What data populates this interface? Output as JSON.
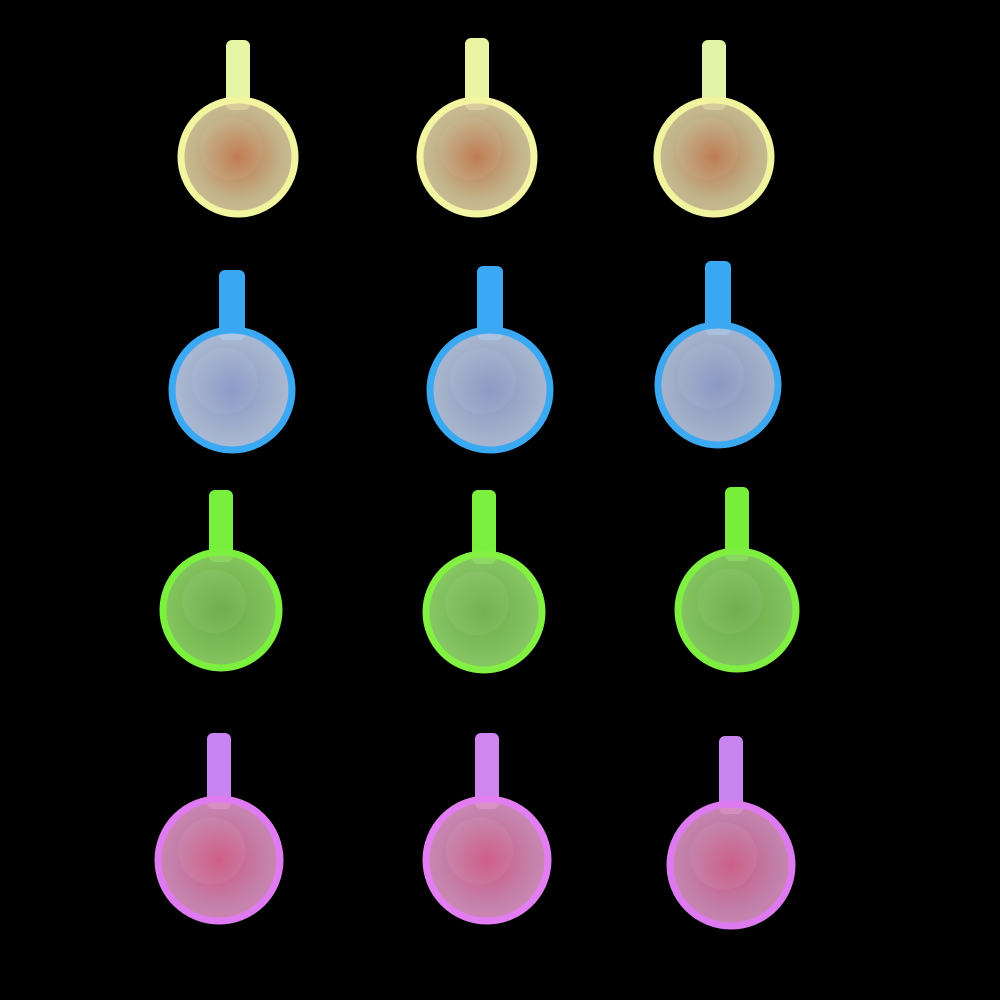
{
  "background_color": "#000000",
  "rows": [
    {
      "glow_color": "yellow",
      "items": [
        {
          "ring": "#f2f5a0",
          "tab": "#e6f5a6",
          "center": "#c87a4c",
          "edge": "#d8c89a"
        },
        {
          "ring": "#f3f5a2",
          "tab": "#eaf5a4",
          "center": "#c67a4c",
          "edge": "#d8c99c"
        },
        {
          "ring": "#f1f49e",
          "tab": "#e2f4a8",
          "center": "#c57b4e",
          "edge": "#d6c89a"
        }
      ]
    },
    {
      "glow_color": "blue",
      "items": [
        {
          "ring": "#3aa8f2",
          "tab": "#3aa7f3",
          "center": "#8d9ccf",
          "edge": "#b7c7e4"
        },
        {
          "ring": "#3ba9f2",
          "tab": "#3aa8f4",
          "center": "#8e9bcb",
          "edge": "#b5c4e1"
        },
        {
          "ring": "#3ba8f1",
          "tab": "#3aa7f3",
          "center": "#8c9acb",
          "edge": "#b2c1de"
        }
      ]
    },
    {
      "glow_color": "green",
      "items": [
        {
          "ring": "#7cf03f",
          "tab": "#78ef3c",
          "center": "#6fb24a",
          "edge": "#8dd464"
        },
        {
          "ring": "#82f143",
          "tab": "#7bf03e",
          "center": "#73b54d",
          "edge": "#90d66a"
        },
        {
          "ring": "#7ff042",
          "tab": "#78ee3b",
          "center": "#6fb34b",
          "edge": "#8cd466"
        }
      ]
    },
    {
      "glow_color": "purple",
      "items": [
        {
          "ring": "#df7bf1",
          "tab": "#c884f1",
          "center": "#d85a86",
          "edge": "#d98fbe"
        },
        {
          "ring": "#e27ef2",
          "tab": "#cf86f1",
          "center": "#d65a88",
          "edge": "#da91bf"
        },
        {
          "ring": "#de7af0",
          "tab": "#c985ef",
          "center": "#d35b88",
          "edge": "#d68ebd"
        }
      ]
    }
  ],
  "icon": "glow-pendant-icon"
}
